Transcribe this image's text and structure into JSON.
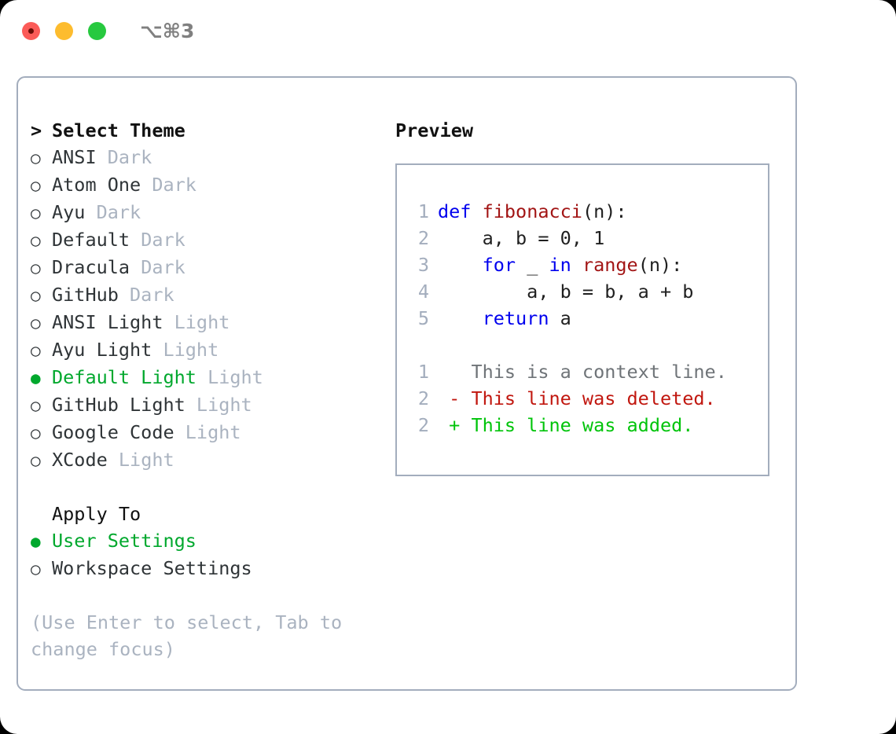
{
  "window": {
    "shortcut": "⌥⌘3",
    "traffic_lights": [
      {
        "name": "close",
        "color": "#fb5b58"
      },
      {
        "name": "minimize",
        "color": "#fdbc2e"
      },
      {
        "name": "maximize",
        "color": "#27c93f"
      }
    ]
  },
  "left": {
    "caret": ">",
    "title": "Select Theme",
    "bullet_unselected": "○",
    "bullet_selected": "●",
    "themes": [
      {
        "name": "ANSI",
        "variant": " Dark",
        "selected": false
      },
      {
        "name": "Atom One",
        "variant": " Dark",
        "selected": false
      },
      {
        "name": "Ayu",
        "variant": " Dark",
        "selected": false
      },
      {
        "name": "Default",
        "variant": " Dark",
        "selected": false
      },
      {
        "name": "Dracula",
        "variant": " Dark",
        "selected": false
      },
      {
        "name": "GitHub",
        "variant": " Dark",
        "selected": false
      },
      {
        "name": "ANSI Light",
        "variant": " Light",
        "selected": false
      },
      {
        "name": "Ayu Light",
        "variant": " Light",
        "selected": false
      },
      {
        "name": "Default Light",
        "variant": " Light",
        "selected": true
      },
      {
        "name": "GitHub Light",
        "variant": " Light",
        "selected": false
      },
      {
        "name": "Google Code",
        "variant": " Light",
        "selected": false
      },
      {
        "name": "XCode",
        "variant": " Light",
        "selected": false
      }
    ],
    "apply_to_header": "Apply To",
    "apply_to": [
      {
        "name": "User Settings",
        "selected": true
      },
      {
        "name": "Workspace Settings",
        "selected": false
      }
    ],
    "hint": "(Use Enter to select, Tab to change focus)"
  },
  "right": {
    "preview_title": "Preview",
    "code": [
      {
        "lineno": "1",
        "tokens": [
          {
            "t": "def",
            "c": "kw"
          },
          {
            "t": " ",
            "c": "plain"
          },
          {
            "t": "fibonacci",
            "c": "fn"
          },
          {
            "t": "(n):",
            "c": "plain"
          }
        ]
      },
      {
        "lineno": "2",
        "tokens": [
          {
            "t": "    a, b = 0, 1",
            "c": "plain"
          }
        ]
      },
      {
        "lineno": "3",
        "tokens": [
          {
            "t": "    ",
            "c": "plain"
          },
          {
            "t": "for",
            "c": "kw"
          },
          {
            "t": " _ ",
            "c": "plain"
          },
          {
            "t": "in",
            "c": "kw"
          },
          {
            "t": " ",
            "c": "plain"
          },
          {
            "t": "range",
            "c": "fn"
          },
          {
            "t": "(n):",
            "c": "plain"
          }
        ]
      },
      {
        "lineno": "4",
        "tokens": [
          {
            "t": "        a, b = b, a + b",
            "c": "plain"
          }
        ]
      },
      {
        "lineno": "5",
        "tokens": [
          {
            "t": "    ",
            "c": "plain"
          },
          {
            "t": "return",
            "c": "kw"
          },
          {
            "t": " a",
            "c": "plain"
          }
        ]
      }
    ],
    "diff": [
      {
        "lineno": "1",
        "text": "   This is a context line.",
        "kind": "ctx"
      },
      {
        "lineno": "2",
        "text": " - This line was deleted.",
        "kind": "del"
      },
      {
        "lineno": "2",
        "text": " + This line was added.",
        "kind": "add"
      }
    ]
  },
  "colors": {
    "accent_green": "#00a82d",
    "muted": "#aab3c0",
    "border": "#a3adbd",
    "keyword": "#0000ee",
    "function": "#a21515",
    "diff_added": "#00c40a",
    "diff_deleted": "#c1170f",
    "diff_context": "#6f7478"
  }
}
